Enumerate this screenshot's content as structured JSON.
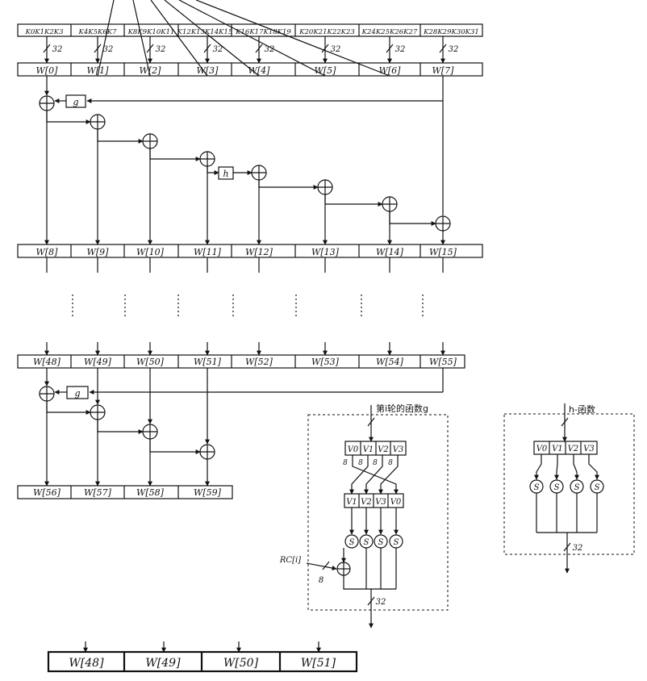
{
  "top_keys": [
    "K0K1K2K3",
    "K4K5K6K7",
    "K8K9K10K11",
    "K12K13K14K15",
    "K16K17K18K19",
    "K20K21K22K23",
    "K24K25K26K27",
    "K28K29K30K31"
  ],
  "wire_width": "32",
  "row_w0": [
    "W[0]",
    "W[1]",
    "W[2]",
    "W[3]",
    "W[4]",
    "W[5]",
    "W[6]",
    "W[7]"
  ],
  "row_w8": [
    "W[8]",
    "W[9]",
    "W[10]",
    "W[11]",
    "W[12]",
    "W[13]",
    "W[14]",
    "W[15]"
  ],
  "row_w48": [
    "W[48]",
    "W[49]",
    "W[50]",
    "W[51]",
    "W[52]",
    "W[53]",
    "W[54]",
    "W[55]"
  ],
  "row_w56": [
    "W[56]",
    "W[57]",
    "W[58]",
    "W[59]"
  ],
  "row_final": [
    "W[48]",
    "W[49]",
    "W[50]",
    "W[51]"
  ],
  "g_label": "g",
  "h_label": "h",
  "g_function": {
    "title": "第i轮的函数g",
    "v_in": [
      "V0",
      "V1",
      "V2",
      "V3"
    ],
    "v_out": [
      "V1",
      "V2",
      "V3",
      "V0"
    ],
    "byte_width": "8",
    "sbox": "S",
    "rc_label": "RC[i]",
    "out_width": "32"
  },
  "h_function": {
    "title": "h-函数",
    "v_in": [
      "V0",
      "V1",
      "V2",
      "V3"
    ],
    "sbox": "S",
    "out_width": "32"
  }
}
